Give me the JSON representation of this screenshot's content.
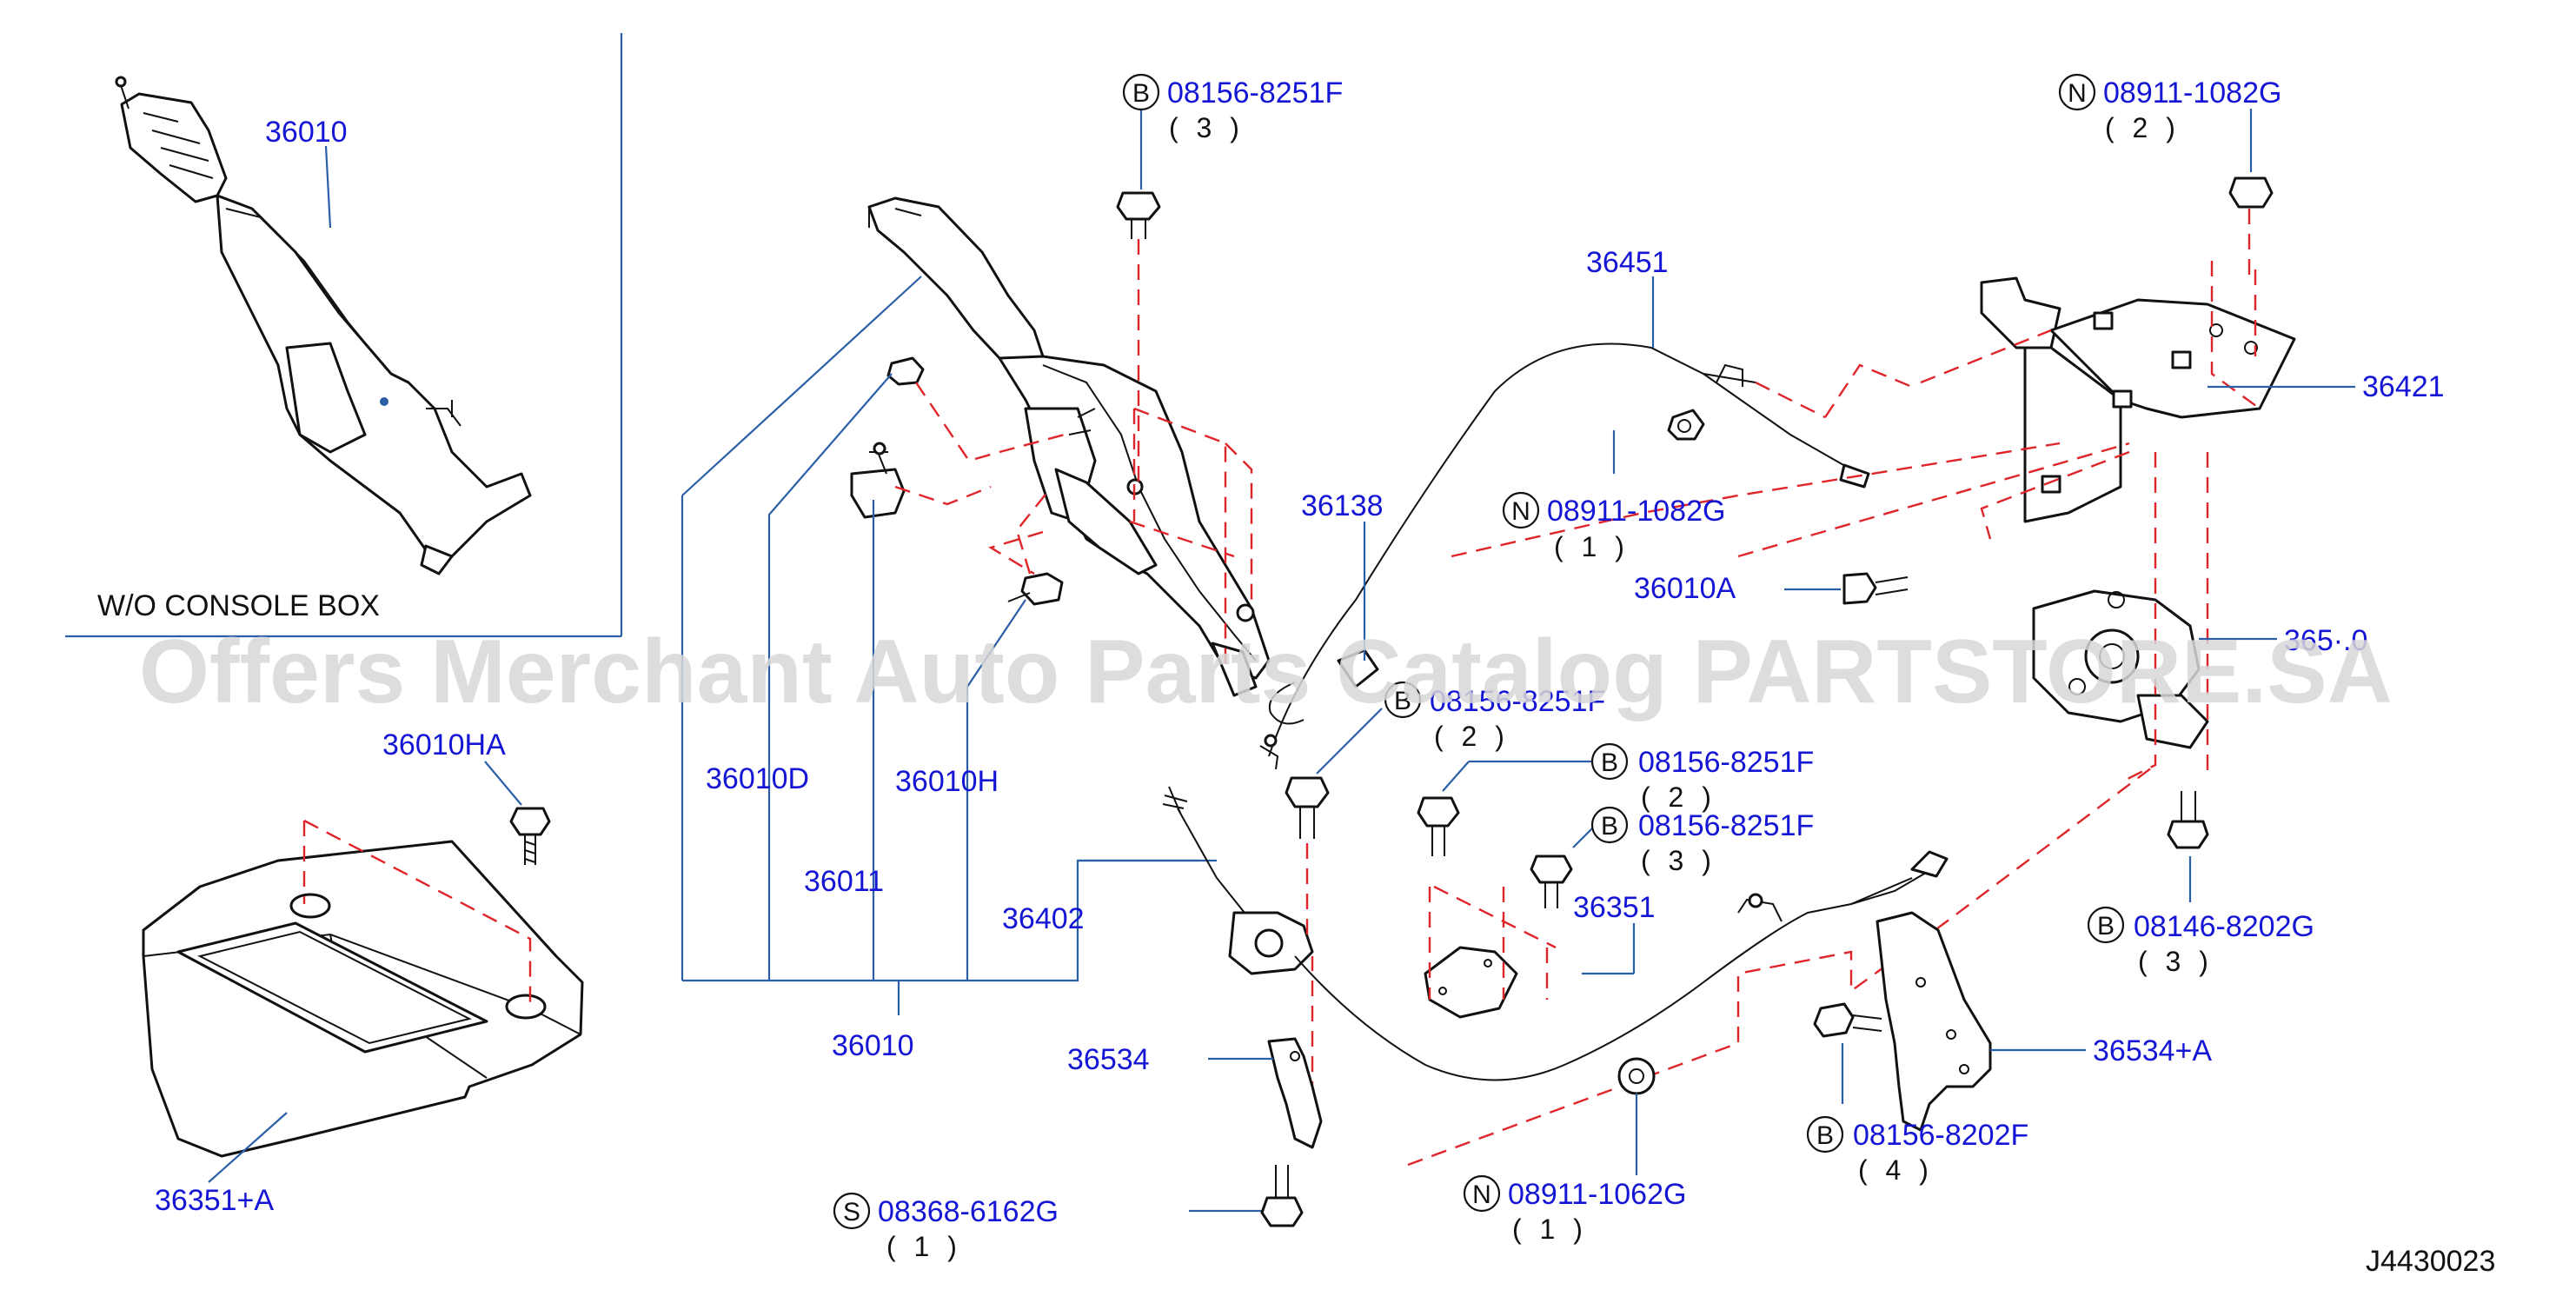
{
  "diagram": {
    "diagram_id": "J4430023",
    "watermark": "Offers Merchant Auto Parts Catalog PARTSTORE.SA",
    "inset_caption": "W/O  CONSOLE  BOX",
    "colors": {
      "label": "#1515d6",
      "leader": "#2a5fa8",
      "dashed": "#e0252a",
      "outline": "#111111"
    },
    "labels": {
      "p36010_inset": "36010",
      "p36010HA": "36010HA",
      "p36351A": "36351+A",
      "p36010D": "36010D",
      "p36010H": "36010H",
      "p36011": "36011",
      "p36402": "36402",
      "p36010": "36010",
      "p36534": "36534",
      "p36138": "36138",
      "p36451": "36451",
      "p36010A": "36010A",
      "p36421": "36421",
      "p36530": "365·.0",
      "p36351": "36351",
      "p36534A": "36534+A"
    },
    "fasteners": [
      {
        "id": "f1",
        "letter": "B",
        "code": "08156-8251F",
        "qty": "( 3 )"
      },
      {
        "id": "f2",
        "letter": "N",
        "code": "08911-1082G",
        "qty": "( 2 )"
      },
      {
        "id": "f3",
        "letter": "N",
        "code": "08911-1082G",
        "qty": "( 1 )"
      },
      {
        "id": "f4",
        "letter": "B",
        "code": "08156-8251F",
        "qty": "( 2 )"
      },
      {
        "id": "f5",
        "letter": "B",
        "code": "08156-8251F",
        "qty": "( 2 )"
      },
      {
        "id": "f6",
        "letter": "B",
        "code": "08156-8251F",
        "qty": "( 3 )"
      },
      {
        "id": "f7",
        "letter": "B",
        "code": "08146-8202G",
        "qty": "( 3 )"
      },
      {
        "id": "f8",
        "letter": "B",
        "code": "08156-8202F",
        "qty": "( 4 )"
      },
      {
        "id": "f9",
        "letter": "N",
        "code": "08911-1062G",
        "qty": "( 1 )"
      },
      {
        "id": "f10",
        "letter": "S",
        "code": "08368-6162G",
        "qty": "( 1 )"
      }
    ]
  }
}
